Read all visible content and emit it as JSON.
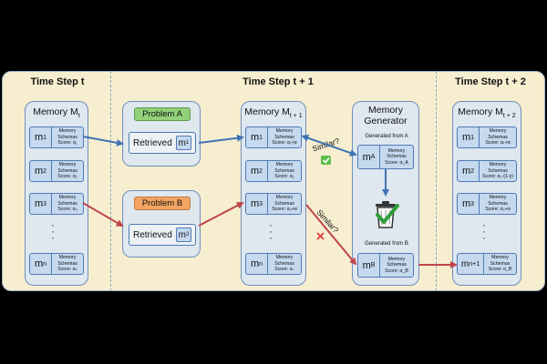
{
  "steps": {
    "t": "Time Step t",
    "t1": "Time Step t + 1",
    "t2": "Time Step t + 2"
  },
  "panel_t": {
    "title_main": "Memory M",
    "title_sub": "t",
    "cells": [
      {
        "m": "m",
        "sub": "1",
        "line1": "Memory",
        "line2": "Schemas",
        "score": "Score: α₁"
      },
      {
        "m": "m",
        "sub": "2",
        "line1": "Memory",
        "line2": "Schemas",
        "score": "Score: α₂"
      },
      {
        "m": "m",
        "sub": "3",
        "line1": "Memory",
        "line2": "Schemas",
        "score": "Score: α₃"
      },
      {
        "m": "m",
        "sub": "n",
        "line1": "Memory",
        "line2": "Schemas",
        "score": "Score: αₙ"
      }
    ],
    "dots": "·\n·\n·"
  },
  "problems": {
    "a": {
      "title": "Problem A",
      "retrieved": "Retrieved",
      "m": "m",
      "sub": "1"
    },
    "b": {
      "title": "Problem B",
      "retrieved": "Retrieved",
      "m": "m",
      "sub": "3"
    }
  },
  "panel_t1": {
    "title_main": "Memory M",
    "title_sub": "t + 1",
    "cells": [
      {
        "m": "m",
        "sub": "1",
        "line1": "Memory",
        "line2": "Schemas",
        "score": "Score: α₁+α"
      },
      {
        "m": "m",
        "sub": "2",
        "line1": "Memory",
        "line2": "Schemas",
        "score": "Score: α₂"
      },
      {
        "m": "m",
        "sub": "3",
        "line1": "Memory",
        "line2": "Schemas",
        "score": "Score: α₃+α"
      },
      {
        "m": "m",
        "sub": "n",
        "line1": "Memory",
        "line2": "Schemas",
        "score": "Score: αₙ"
      }
    ],
    "dots": "·\n·\n·"
  },
  "generator": {
    "title1": "Memory",
    "title2": "Generator",
    "gen_a": "Generated from A",
    "gen_b": "Generated from B",
    "cell_a": {
      "m": "m",
      "sub": "A",
      "line1": "Memory",
      "line2": "Schemas",
      "score": "Score: α_A"
    },
    "cell_b": {
      "m": "m",
      "sub": "B",
      "line1": "Memory",
      "line2": "Schemas",
      "score": "Score: α_B"
    }
  },
  "similar": {
    "a": "Similar?",
    "b": "Similar?"
  },
  "panel_t2": {
    "title_main": "Memory M",
    "title_sub": "t + 2",
    "cells": [
      {
        "m": "m",
        "sub": "1",
        "line1": "Memory",
        "line2": "Schemas",
        "score": "Score: α₁+α"
      },
      {
        "m": "m",
        "sub": "2",
        "line1": "Memory",
        "line2": "Schemas",
        "score": "Score: α₂·(1-γ)"
      },
      {
        "m": "m",
        "sub": "3",
        "line1": "Memory",
        "line2": "Schemas",
        "score": "Score: α₃+α"
      },
      {
        "m": "m",
        "sub": "n+1",
        "line1": "Memory",
        "line2": "Schemas",
        "score": "Score: α_B"
      }
    ],
    "dots": "·\n·\n·"
  },
  "colors": {
    "blue_arrow": "#3f73b3",
    "red_arrow": "#c0444a",
    "problem_a": "#93d07a",
    "problem_b": "#f4a462"
  },
  "icons": {
    "check_mark": "check-icon",
    "cross_mark": "cross-icon",
    "trash": "trash-check-icon"
  }
}
